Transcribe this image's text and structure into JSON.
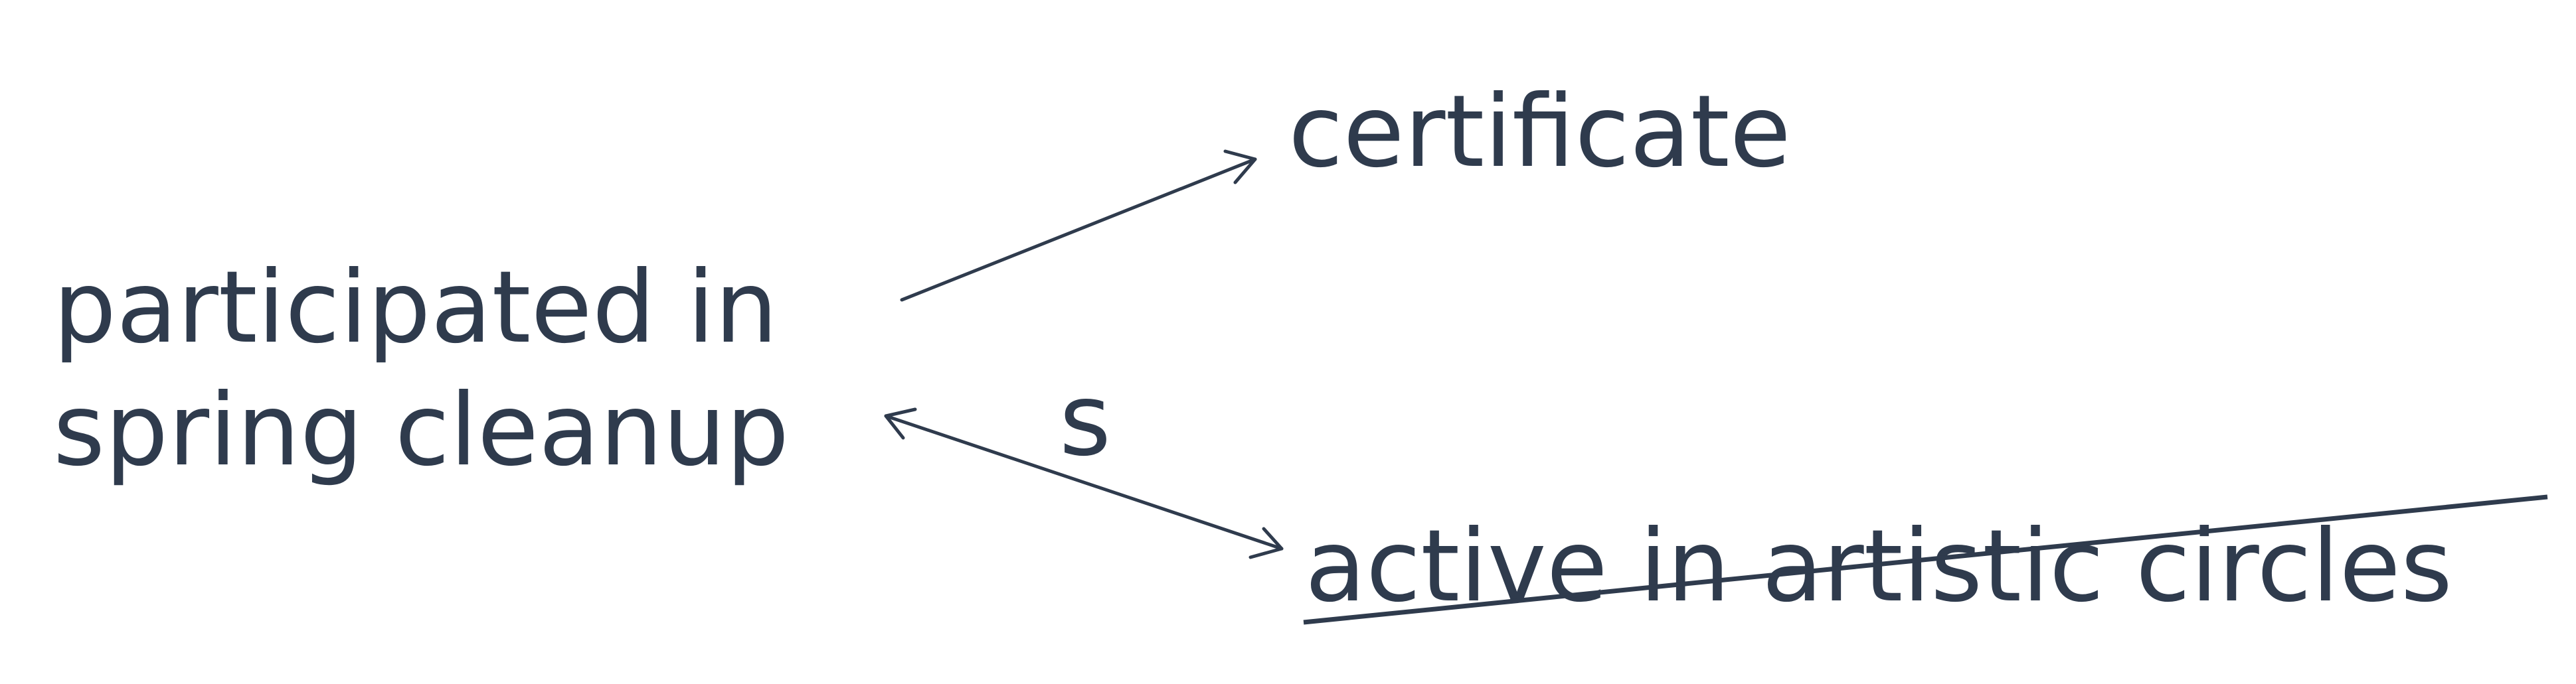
{
  "nodes": {
    "left_line1": "participated in",
    "left_line2": "spring cleanup",
    "top_right": "certificate",
    "bottom_right": "active in artistic circles"
  },
  "edges": {
    "lower_label": "s"
  },
  "colors": {
    "ink": "#2f3b4d",
    "background": "#ffffff"
  }
}
